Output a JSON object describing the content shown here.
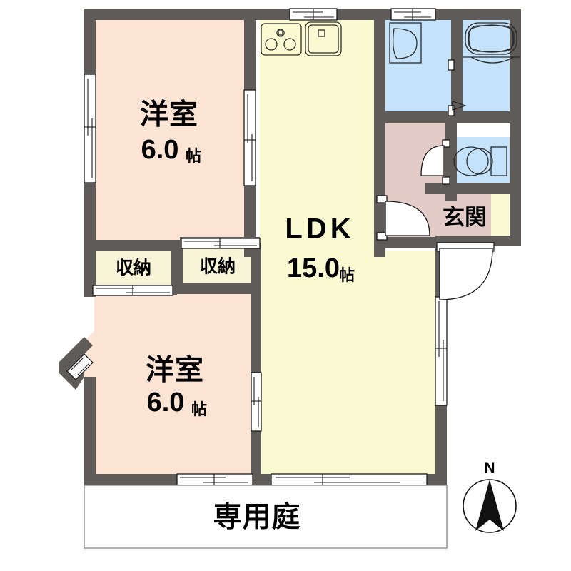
{
  "document": {
    "type": "floor-plan",
    "title": "2LDK apartment floor plan"
  },
  "colors": {
    "wall": "#5e5b59",
    "bedroom_fill": "#fbe4d3",
    "ldk_fill": "#fafad2",
    "closet_fill": "#f7f4d8",
    "bath_fill": "#c4e2fa",
    "hall_fill": "#e3ccc8",
    "entrance_fill": "#e3ccc8",
    "garden_fill": "#ffffff",
    "line": "#1a1a1a",
    "garden_border": "#9a9a9a"
  },
  "rooms": [
    {
      "id": "bedroom-north",
      "name": "洋室",
      "area_value": "6.0",
      "area_unit": "帖",
      "fill": "#fbe4d3"
    },
    {
      "id": "bedroom-south",
      "name": "洋室",
      "area_value": "6.0",
      "area_unit": "帖",
      "fill": "#fbe4d3"
    },
    {
      "id": "ldk",
      "name": "LDK",
      "area_value": "15.0",
      "area_unit": "帖",
      "fill": "#fafad2"
    },
    {
      "id": "closet-left",
      "name": "収納",
      "area_value": "",
      "area_unit": "",
      "fill": "#f7f4d8"
    },
    {
      "id": "closet-right",
      "name": "収納",
      "area_value": "",
      "area_unit": "",
      "fill": "#f7f4d8"
    },
    {
      "id": "entrance",
      "name": "玄関",
      "area_value": "",
      "area_unit": "",
      "fill": "#e3ccc8"
    },
    {
      "id": "garden",
      "name": "専用庭",
      "area_value": "",
      "area_unit": "",
      "fill": "#ffffff"
    }
  ],
  "fixtures": [
    {
      "id": "stove",
      "name": "gas-stove",
      "burners": 2
    },
    {
      "id": "sink",
      "name": "kitchen-sink"
    },
    {
      "id": "washbasin",
      "name": "wash-basin"
    },
    {
      "id": "bathtub",
      "name": "bath-tub"
    },
    {
      "id": "toilet",
      "name": "toilet"
    }
  ],
  "compass": {
    "label": "N",
    "name": "north-arrow"
  }
}
